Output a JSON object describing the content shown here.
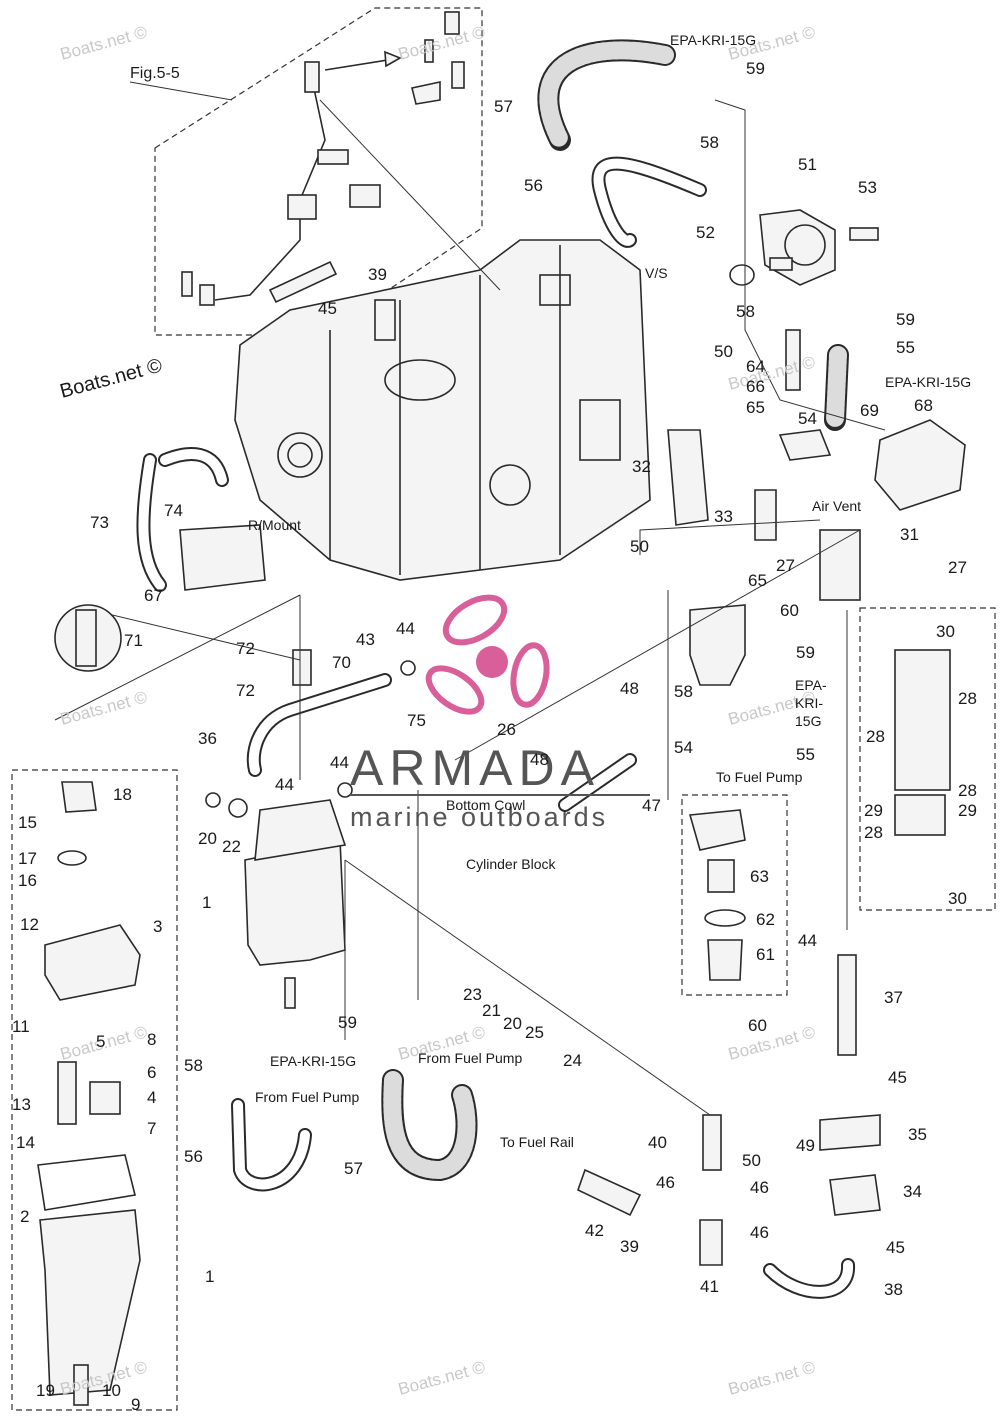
{
  "figure_ref": "Fig.5-5",
  "credit": "Boats.net ©",
  "watermark": "Boats.net ©",
  "brand": {
    "name": "ARMADA",
    "tagline": "marine outboards",
    "color_accent": "#d95f9b",
    "color_text": "#555555"
  },
  "hose_spec": "EPA-KRI-15G",
  "hose_spec_split": [
    "EPA-",
    "KRI-",
    "15G"
  ],
  "notes": {
    "vs": "V/S",
    "r_mount": "R/Mount",
    "air_vent": "Air Vent",
    "to_fuel_pump": "To Fuel Pump",
    "bottom_cowl": "Bottom Cowl",
    "cylinder_block": "Cylinder Block",
    "from_fuel_pump": "From Fuel Pump",
    "to_fuel_rail": "To Fuel Rail"
  },
  "callouts": [
    "1",
    "1",
    "2",
    "3",
    "4",
    "5",
    "6",
    "7",
    "8",
    "9",
    "10",
    "11",
    "12",
    "13",
    "14",
    "15",
    "16",
    "17",
    "18",
    "19",
    "20",
    "20",
    "21",
    "22",
    "23",
    "24",
    "25",
    "26",
    "27",
    "27",
    "28",
    "28",
    "28",
    "28",
    "29",
    "29",
    "30",
    "30",
    "31",
    "32",
    "33",
    "34",
    "35",
    "36",
    "37",
    "38",
    "39",
    "39",
    "40",
    "41",
    "42",
    "43",
    "44",
    "44",
    "44",
    "44",
    "45",
    "45",
    "45",
    "46",
    "46",
    "46",
    "47",
    "48",
    "48",
    "49",
    "50",
    "50",
    "50",
    "51",
    "52",
    "53",
    "54",
    "54",
    "55",
    "55",
    "56",
    "56",
    "57",
    "57",
    "58",
    "58",
    "58",
    "58",
    "59",
    "59",
    "59",
    "59",
    "60",
    "60",
    "61",
    "62",
    "63",
    "64",
    "65",
    "65",
    "66",
    "67",
    "68",
    "69",
    "70",
    "71",
    "72",
    "72",
    "73",
    "74",
    "75"
  ]
}
